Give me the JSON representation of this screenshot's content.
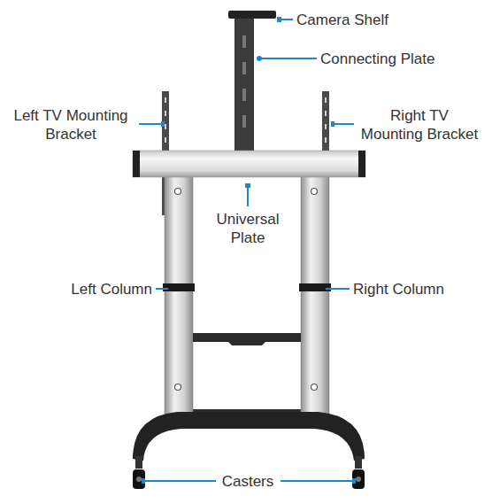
{
  "diagram": {
    "labels": [
      "Camera Shelf",
      "Connecting Plate",
      "Left TV Mounting Bracket",
      "Right TV Mounting Bracket",
      "Universal Plate",
      "Left Column",
      "Right Column",
      "Casters"
    ]
  }
}
